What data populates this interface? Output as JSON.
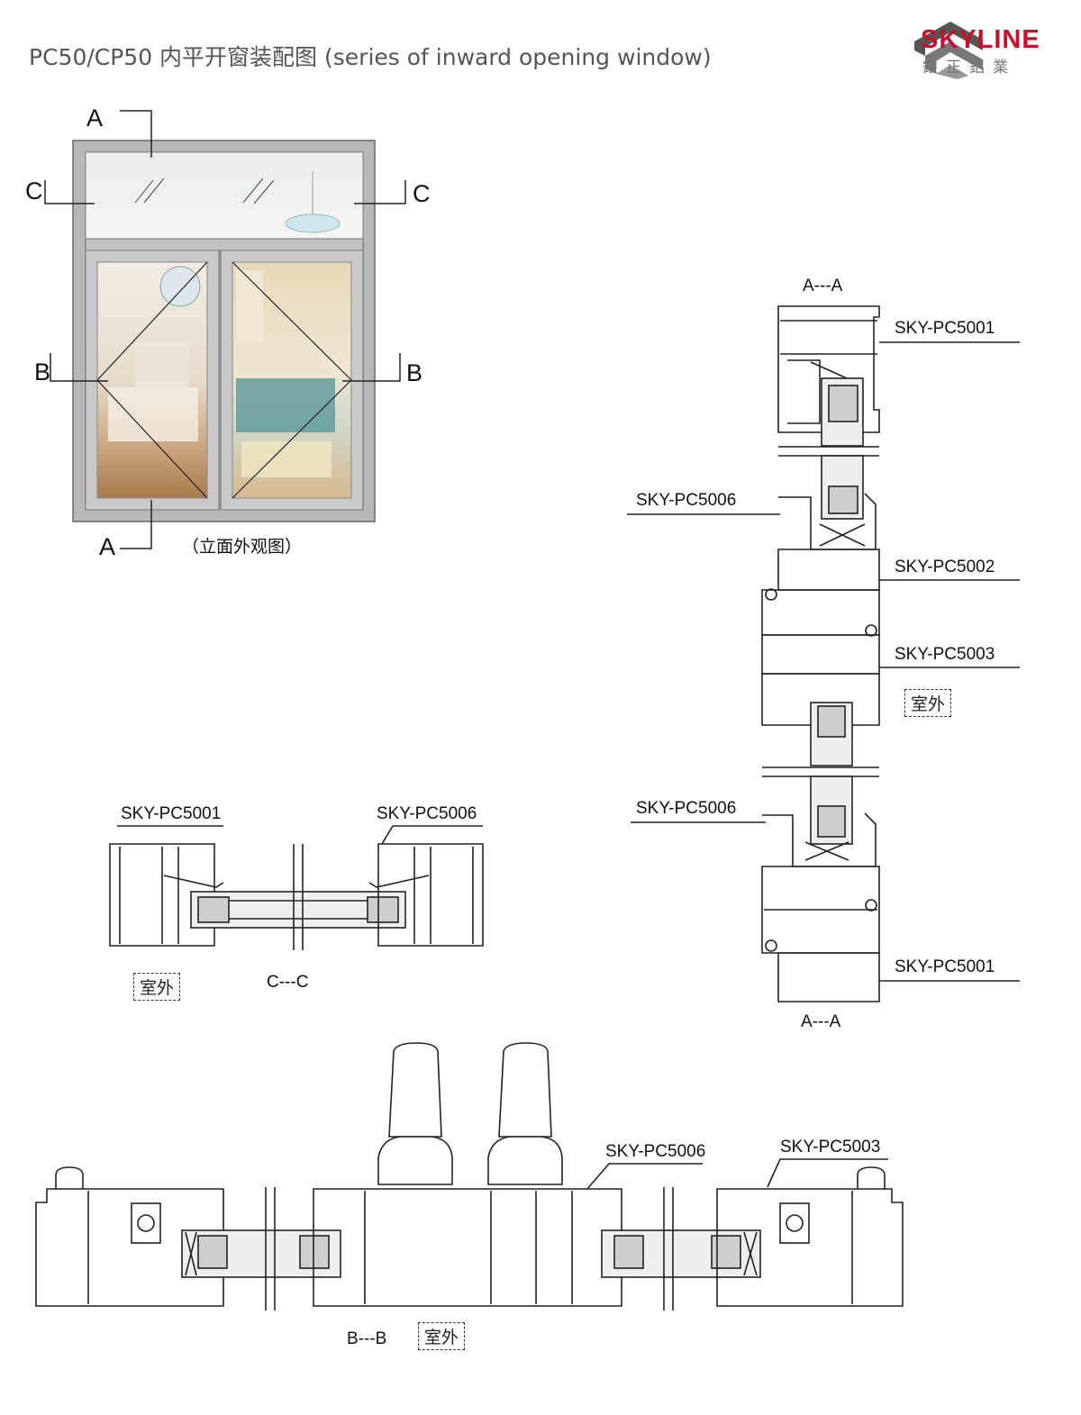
{
  "header": {
    "title": "PC50/CP50 内平开窗装配图 (series of inward opening window)",
    "brand_name": "SKYLINE",
    "brand_cn": "銀正鋁業",
    "brand_color": "#c8102e"
  },
  "elevation": {
    "caption": "（立面外观图）",
    "marks": {
      "a_top": "A",
      "a_bottom": "A",
      "b_left": "B",
      "b_right": "B",
      "c_left": "C",
      "c_right": "C"
    }
  },
  "section_aa": {
    "title_top": "A---A",
    "title_bottom": "A---A",
    "labels": [
      "SKY-PC5001",
      "SKY-PC5006",
      "SKY-PC5002",
      "SKY-PC5003",
      "SKY-PC5006",
      "SKY-PC5001"
    ],
    "outside": "室外"
  },
  "section_cc": {
    "title": "C---C",
    "labels": [
      "SKY-PC5001",
      "SKY-PC5006"
    ],
    "outside": "室外"
  },
  "section_bb": {
    "title": "B---B",
    "labels": [
      "SKY-PC5006",
      "SKY-PC5003"
    ],
    "outside": "室外"
  }
}
